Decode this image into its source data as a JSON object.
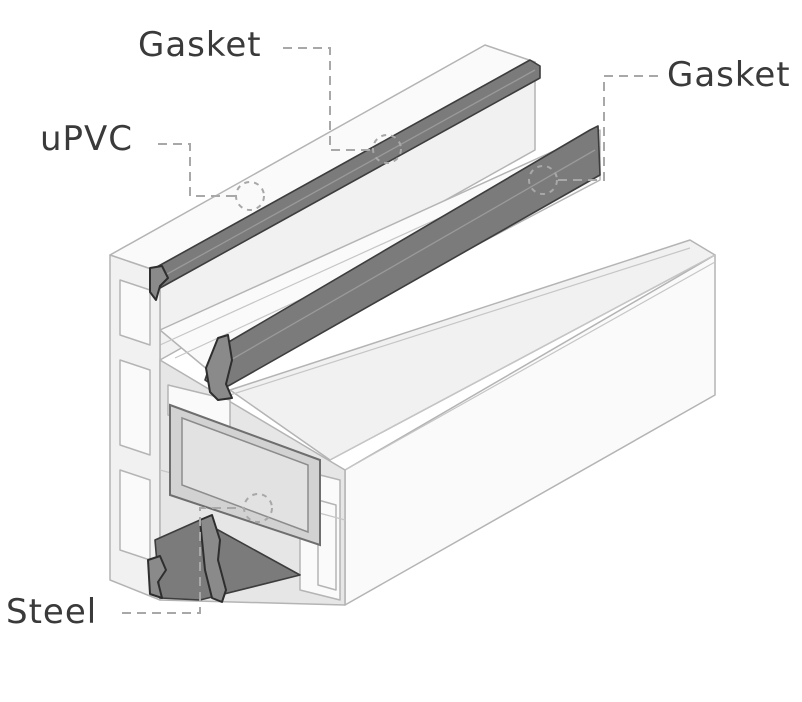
{
  "labels": {
    "gasket_top": "Gasket",
    "gasket_right": "Gasket",
    "upvc": "uPVC",
    "steel": "Steel"
  },
  "colors": {
    "upvc": "#f1f1f1",
    "gasket": "#7b7b7b",
    "steel": "#d2d2d2",
    "leader": "#a8a8a8",
    "label_text": "#3a3a3a"
  }
}
